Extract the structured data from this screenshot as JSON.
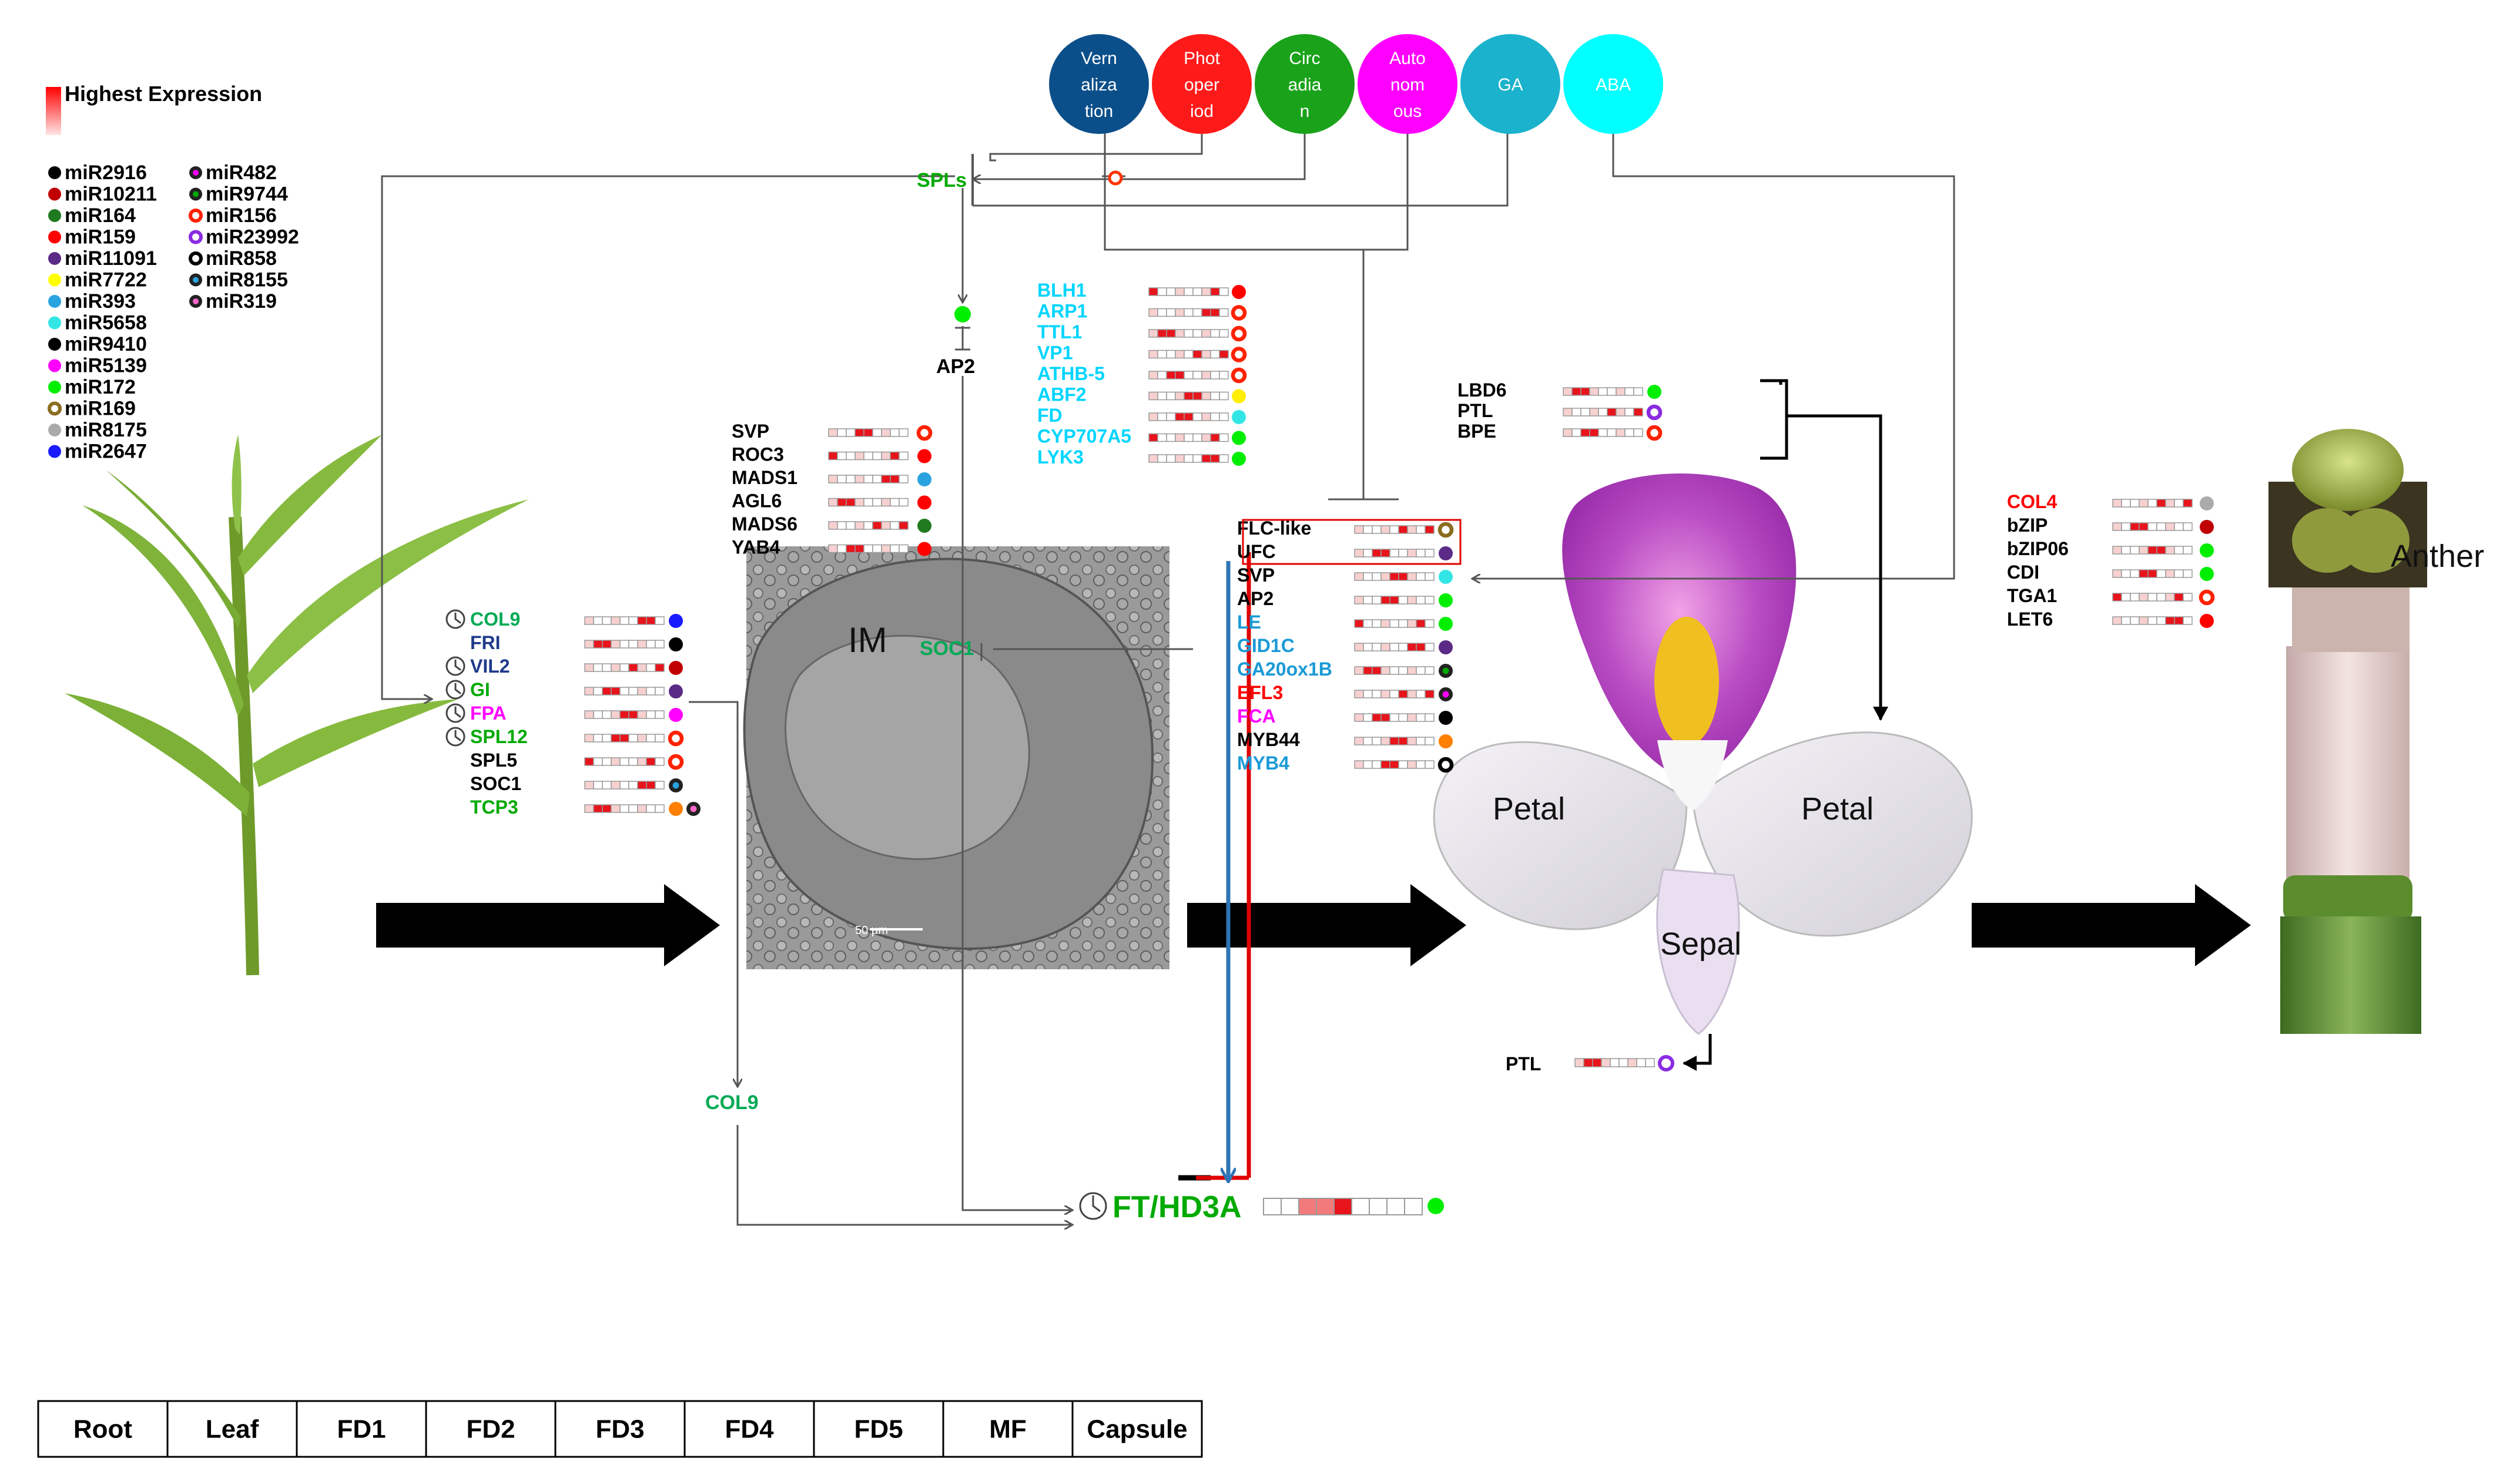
{
  "legend": {
    "title": "Highest Expression",
    "mirnas_left": [
      {
        "name": "miR2916",
        "color": "#000000",
        "style": "solid"
      },
      {
        "name": "miR10211",
        "color": "#c00000",
        "style": "solid"
      },
      {
        "name": "miR164",
        "color": "#1f7a1f",
        "style": "solid"
      },
      {
        "name": "miR159",
        "color": "#ff0000",
        "style": "solid"
      },
      {
        "name": "miR11091",
        "color": "#5b2a86",
        "style": "solid"
      },
      {
        "name": "miR7722",
        "color": "#ffff00",
        "style": "solid"
      },
      {
        "name": "miR393",
        "color": "#29a3e0",
        "style": "solid"
      },
      {
        "name": "miR5658",
        "color": "#33e6e6",
        "style": "solid"
      },
      {
        "name": "miR9410",
        "color": "#000000",
        "style": "solid"
      },
      {
        "name": "miR5139",
        "color": "#ff00ff",
        "style": "solid"
      },
      {
        "name": "miR172",
        "color": "#00ee00",
        "style": "solid"
      },
      {
        "name": "miR169",
        "color": "#8a6d1f",
        "style": "ring"
      },
      {
        "name": "miR8175",
        "color": "#aaaaaa",
        "style": "solid"
      },
      {
        "name": "miR2647",
        "color": "#1a1aff",
        "style": "solid"
      }
    ],
    "mirnas_right": [
      {
        "name": "miR482",
        "color": "#ff00ff",
        "style": "dotted"
      },
      {
        "name": "miR9744",
        "color": "#00aa00",
        "style": "dotted"
      },
      {
        "name": "miR156",
        "color": "#ff2200",
        "style": "ring"
      },
      {
        "name": "miR23992",
        "color": "#8a2be2",
        "style": "ring"
      },
      {
        "name": "miR858",
        "color": "#000000",
        "style": "ring"
      },
      {
        "name": "miR8155",
        "color": "#29a3e0",
        "style": "dotted"
      },
      {
        "name": "miR319",
        "color": "#ff66cc",
        "style": "dotted"
      }
    ]
  },
  "pathways": [
    {
      "label_lines": [
        "Vern",
        "aliza",
        "tion"
      ],
      "color": "#0b4f8a"
    },
    {
      "label_lines": [
        "Phot",
        "oper",
        "iod"
      ],
      "color": "#ff1a1a"
    },
    {
      "label_lines": [
        "Circ",
        "adia",
        "n"
      ],
      "color": "#1aa31a"
    },
    {
      "label_lines": [
        "Auto",
        "nom",
        "ous"
      ],
      "color": "#ff00ff"
    },
    {
      "label_lines": [
        "GA"
      ],
      "color": "#1ab2cc"
    },
    {
      "label_lines": [
        "ABA"
      ],
      "color": "#00ffff"
    }
  ],
  "nodes": {
    "spls": "SPLs",
    "ap2": "AP2",
    "soc1": "SOC1",
    "col9_lower": "COL9",
    "ft_hd3a": "FT/HD3A",
    "im": "IM",
    "scale_text": "50 µm",
    "petal_left": "Petal",
    "petal_right": "Petal",
    "sepal": "Sepal",
    "anther": "Anther",
    "ptl_bottom": "PTL"
  },
  "gene_groups": [
    {
      "id": "leaf",
      "genes": [
        {
          "name": "COL9",
          "color": "#00aa55",
          "clock": true,
          "marker": "#1a1aff",
          "marker_style": "solid"
        },
        {
          "name": "FRI",
          "color": "#1f3a8a",
          "clock": false,
          "marker": "#000000",
          "marker_style": "solid"
        },
        {
          "name": "VIL2",
          "color": "#1f3a8a",
          "clock": true,
          "marker": "#c00000",
          "marker_style": "solid"
        },
        {
          "name": "GI",
          "color": "#00aa00",
          "clock": true,
          "marker": "#5b2a86",
          "marker_style": "solid"
        },
        {
          "name": "FPA",
          "color": "#ff00ff",
          "clock": true,
          "marker": "#ff00ff",
          "marker_style": "solid"
        },
        {
          "name": "SPL12",
          "color": "#00aa00",
          "clock": true,
          "marker": "#ff2200",
          "marker_style": "ring"
        },
        {
          "name": "SPL5",
          "color": "#000000",
          "clock": false,
          "marker": "#ff2200",
          "marker_style": "ring"
        },
        {
          "name": "SOC1",
          "color": "#000000",
          "clock": false,
          "marker": "#29a3e0",
          "marker_style": "dotted"
        },
        {
          "name": "TCP3",
          "color": "#00aa00",
          "clock": false,
          "marker": "#ff7f00",
          "marker_style": "solid",
          "marker2": "#ff66cc"
        }
      ]
    },
    {
      "id": "im",
      "genes": [
        {
          "name": "SVP",
          "color": "#000000",
          "marker": "#ff2200",
          "marker_style": "ring"
        },
        {
          "name": "ROC3",
          "color": "#000000",
          "marker": "#ff0000",
          "marker_style": "solid"
        },
        {
          "name": "MADS1",
          "color": "#000000",
          "marker": "#29a3e0",
          "marker_style": "solid"
        },
        {
          "name": "AGL6",
          "color": "#000000",
          "marker": "#ff0000",
          "marker_style": "solid"
        },
        {
          "name": "MADS6",
          "color": "#000000",
          "marker": "#1f7a1f",
          "marker_style": "solid"
        },
        {
          "name": "YAB4",
          "color": "#000000",
          "marker": "#ff0000",
          "marker_style": "solid"
        }
      ]
    },
    {
      "id": "aba",
      "genes": [
        {
          "name": "BLH1",
          "color": "#00d5ff",
          "marker": "#ff0000",
          "marker_style": "solid"
        },
        {
          "name": "ARP1",
          "color": "#00d5ff",
          "marker": "#ff2200",
          "marker_style": "ring"
        },
        {
          "name": "TTL1",
          "color": "#00d5ff",
          "marker": "#ff2200",
          "marker_style": "ring"
        },
        {
          "name": "VP1",
          "color": "#00d5ff",
          "marker": "#ff2200",
          "marker_style": "ring"
        },
        {
          "name": "ATHB-5",
          "color": "#00d5ff",
          "marker": "#ff2200",
          "marker_style": "ring"
        },
        {
          "name": "ABF2",
          "color": "#00d5ff",
          "marker": "#ffee00",
          "marker_style": "solid"
        },
        {
          "name": "FD",
          "color": "#00d5ff",
          "marker": "#33e6e6",
          "marker_style": "solid"
        },
        {
          "name": "CYP707A5",
          "color": "#00d5ff",
          "marker": "#00ee00",
          "marker_style": "solid"
        },
        {
          "name": "LYK3",
          "color": "#00d5ff",
          "marker": "#00ee00",
          "marker_style": "solid"
        }
      ]
    },
    {
      "id": "flower",
      "genes": [
        {
          "name": "FLC-like",
          "color": "#000000",
          "marker": "#8a6d1f",
          "marker_style": "ring"
        },
        {
          "name": "UFC",
          "color": "#000000",
          "marker": "#5b2a86",
          "marker_style": "solid"
        },
        {
          "name": "SVP",
          "color": "#000000",
          "marker": "#33e6e6",
          "marker_style": "solid"
        },
        {
          "name": "AP2",
          "color": "#000000",
          "marker": "#00ee00",
          "marker_style": "solid"
        },
        {
          "name": "LE",
          "color": "#1a9ad6",
          "marker": "#00ee00",
          "marker_style": "solid"
        },
        {
          "name": "GID1C",
          "color": "#1a9ad6",
          "marker": "#5b2a86",
          "marker_style": "solid"
        },
        {
          "name": "GA20ox1B",
          "color": "#1a9ad6",
          "marker": "#00aa00",
          "marker_style": "dotted"
        },
        {
          "name": "EFL3",
          "color": "#ff0000",
          "marker": "#ff00ff",
          "marker_style": "dotted"
        },
        {
          "name": "FCA",
          "color": "#ff00ff",
          "marker": "#000000",
          "marker_style": "solid"
        },
        {
          "name": "MYB44",
          "color": "#000000",
          "marker": "#ff7f00",
          "marker_style": "solid"
        },
        {
          "name": "MYB4",
          "color": "#1a9ad6",
          "marker": "#000000",
          "marker_style": "ring"
        }
      ]
    },
    {
      "id": "petal",
      "genes": [
        {
          "name": "LBD6",
          "color": "#000000",
          "marker": "#00ee00",
          "marker_style": "solid"
        },
        {
          "name": "PTL",
          "color": "#000000",
          "marker": "#8a2be2",
          "marker_style": "ring"
        },
        {
          "name": "BPE",
          "color": "#000000",
          "marker": "#ff2200",
          "marker_style": "ring"
        }
      ]
    },
    {
      "id": "anther",
      "genes": [
        {
          "name": "COL4",
          "color": "#ff0000",
          "marker": "#aaaaaa",
          "marker_style": "solid"
        },
        {
          "name": "bZIP",
          "color": "#000000",
          "marker": "#c00000",
          "marker_style": "solid"
        },
        {
          "name": "bZIP06",
          "color": "#000000",
          "marker": "#00ee00",
          "marker_style": "solid"
        },
        {
          "name": "CDI",
          "color": "#000000",
          "marker": "#00ee00",
          "marker_style": "solid"
        },
        {
          "name": "TGA1",
          "color": "#000000",
          "marker": "#ff2200",
          "marker_style": "ring"
        },
        {
          "name": "LET6",
          "color": "#000000",
          "marker": "#ff0000",
          "marker_style": "solid"
        }
      ]
    }
  ],
  "tissue_table": [
    "Root",
    "Leaf",
    "FD1",
    "FD2",
    "FD3",
    "FD4",
    "FD5",
    "MF",
    "Capsule"
  ]
}
